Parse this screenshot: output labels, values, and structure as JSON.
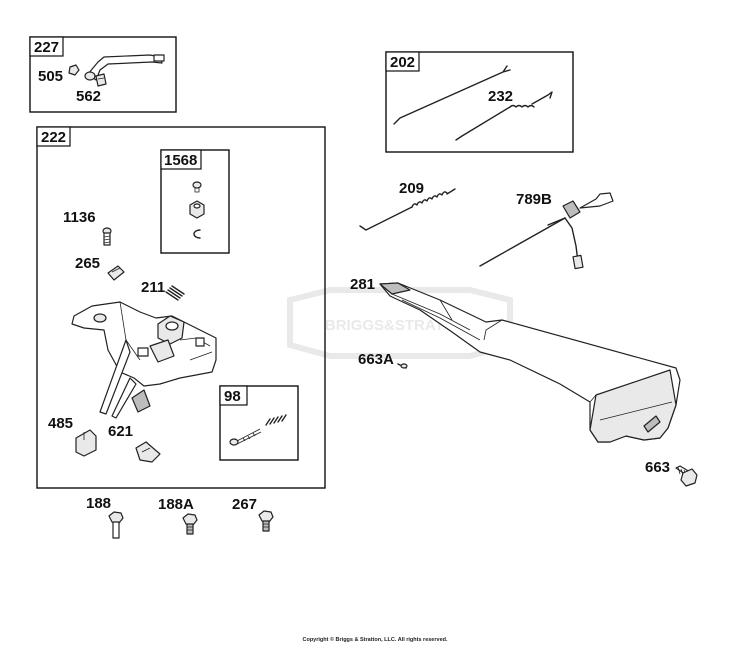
{
  "watermark": "BRIGGS&STRATTON",
  "copyright": "Copyright © Briggs & Stratton, LLC. All rights reserved.",
  "groups": {
    "g227": "227",
    "g222": "222",
    "g1568": "1568",
    "g98": "98",
    "g202": "202"
  },
  "parts": {
    "p505": "505",
    "p562": "562",
    "p232": "232",
    "p209": "209",
    "p789B": "789B",
    "p1136": "1136",
    "p265": "265",
    "p211": "211",
    "p281": "281",
    "p663A": "663A",
    "p485": "485",
    "p621": "621",
    "p663": "663",
    "p188": "188",
    "p188A": "188A",
    "p267": "267"
  }
}
